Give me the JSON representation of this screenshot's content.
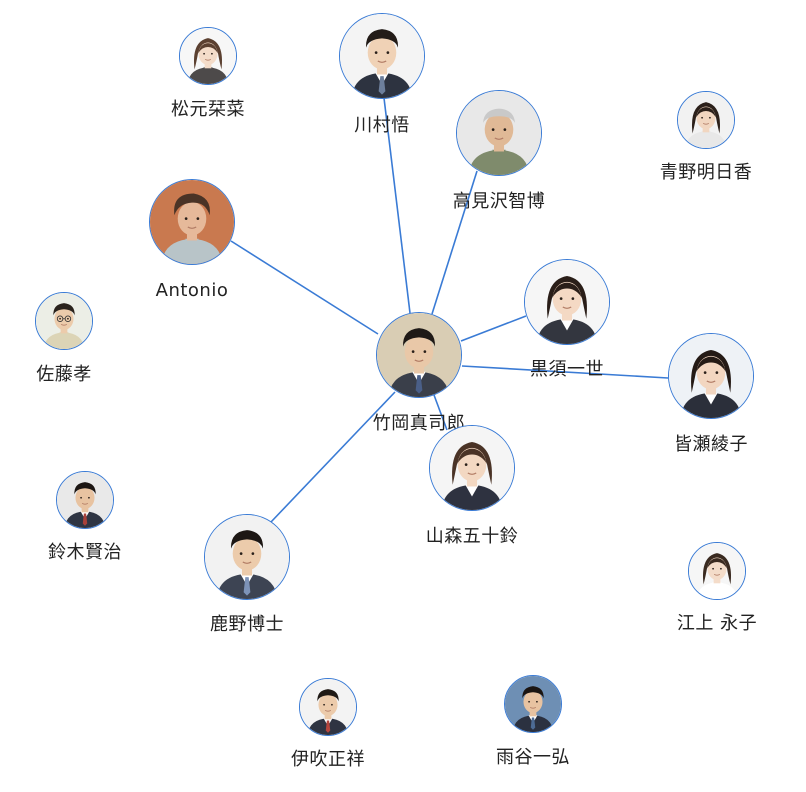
{
  "colors": {
    "edge": "#3a7bd5",
    "ring": "#3a7bd5",
    "label": "#222222"
  },
  "nodes": [
    {
      "id": "takeoka",
      "name": "竹岡真司郎",
      "icon": "man-suit-icon",
      "bg": "#d9cdb4",
      "skin": "#e9c8a8",
      "hair": "#1f1a17",
      "cloth": "#3a3f4a",
      "shirt": "#ffffff",
      "tie": "#4a5f88"
    },
    {
      "id": "kawamura",
      "name": "川村悟",
      "icon": "man-suit-icon",
      "bg": "#f4f4f4",
      "skin": "#f0d2b6",
      "hair": "#231c18",
      "cloth": "#2d3340",
      "shirt": "#ffffff",
      "tie": "#6d7f9c"
    },
    {
      "id": "takamizawa",
      "name": "高見沢智博",
      "icon": "older-man-icon",
      "bg": "#e8e8e8",
      "skin": "#e0b996",
      "hair": "#c9c9c9",
      "cloth": "#7f8b6c",
      "shirt": "#7f8b6c",
      "tie": ""
    },
    {
      "id": "antonio",
      "name": "Antonio",
      "icon": "man-casual-icon",
      "bg": "#c9794f",
      "skin": "#e6b99a",
      "hair": "#4a3326",
      "cloth": "#b8c4c8",
      "shirt": "#b8c4c8",
      "tie": ""
    },
    {
      "id": "kurosu",
      "name": "黒須一世",
      "icon": "woman-suit-icon",
      "bg": "#f6f6f6",
      "skin": "#f4d9c4",
      "hair": "#2a1e18",
      "cloth": "#33363f",
      "shirt": "#ffffff",
      "tie": ""
    },
    {
      "id": "minase",
      "name": "皆瀬綾子",
      "icon": "woman-suit-icon",
      "bg": "#eef2f6",
      "skin": "#f2d6c0",
      "hair": "#241a15",
      "cloth": "#2b2f3a",
      "shirt": "#ffffff",
      "tie": ""
    },
    {
      "id": "yamamori",
      "name": "山森五十鈴",
      "icon": "woman-suit-icon",
      "bg": "#f5f5f5",
      "skin": "#f3d8c2",
      "hair": "#4a3326",
      "cloth": "#2e3240",
      "shirt": "#ffffff",
      "tie": ""
    },
    {
      "id": "kano",
      "name": "鹿野博士",
      "icon": "man-suit-icon",
      "bg": "#f2f2f2",
      "skin": "#eccbab",
      "hair": "#1d1714",
      "cloth": "#3d4453",
      "shirt": "#ffffff",
      "tie": "#7d93b8"
    },
    {
      "id": "matsumoto",
      "name": "松元栞菜",
      "icon": "woman-casual-icon",
      "bg": "#f7f7f7",
      "skin": "#f4dcc9",
      "hair": "#5b4030",
      "cloth": "#4d4a4a",
      "shirt": "#4d4a4a",
      "tie": ""
    },
    {
      "id": "aono",
      "name": "青野明日香",
      "icon": "woman-casual-icon",
      "bg": "#f2f2f2",
      "skin": "#f1d6c0",
      "hair": "#2c201a",
      "cloth": "#e8e8e8",
      "shirt": "#e8e8e8",
      "tie": ""
    },
    {
      "id": "sato",
      "name": "佐藤孝",
      "icon": "man-glasses-icon",
      "bg": "#eceee6",
      "skin": "#eccbab",
      "hair": "#2a221c",
      "cloth": "#dcd4b6",
      "shirt": "#dcd4b6",
      "tie": ""
    },
    {
      "id": "suzuki",
      "name": "鈴木賢治",
      "icon": "man-suit-icon",
      "bg": "#e9e9e9",
      "skin": "#e8c3a1",
      "hair": "#1c1613",
      "cloth": "#2f3543",
      "shirt": "#ffffff",
      "tie": "#a8413a"
    },
    {
      "id": "egami",
      "name": "江上 永子",
      "icon": "woman-casual-icon",
      "bg": "#f6f6f6",
      "skin": "#f4dcc9",
      "hair": "#3a2a20",
      "cloth": "#ffffff",
      "shirt": "#ffffff",
      "tie": ""
    },
    {
      "id": "ibuki",
      "name": "伊吹正祥",
      "icon": "man-suit-icon",
      "bg": "#f3f3f3",
      "skin": "#eccbab",
      "hair": "#1f1915",
      "cloth": "#2f3442",
      "shirt": "#ffffff",
      "tie": "#b6453c"
    },
    {
      "id": "amaya",
      "name": "雨谷一弘",
      "icon": "man-suit-icon",
      "bg": "#6e8fb4",
      "skin": "#e8c3a1",
      "hair": "#1b1512",
      "cloth": "#2b3140",
      "shirt": "#ffffff",
      "tie": "#4d6b95"
    }
  ],
  "edges": [
    [
      "takeoka",
      "kawamura"
    ],
    [
      "takeoka",
      "takamizawa"
    ],
    [
      "takeoka",
      "antonio"
    ],
    [
      "takeoka",
      "kurosu"
    ],
    [
      "takeoka",
      "minase"
    ],
    [
      "takeoka",
      "yamamori"
    ],
    [
      "takeoka",
      "kano"
    ]
  ]
}
